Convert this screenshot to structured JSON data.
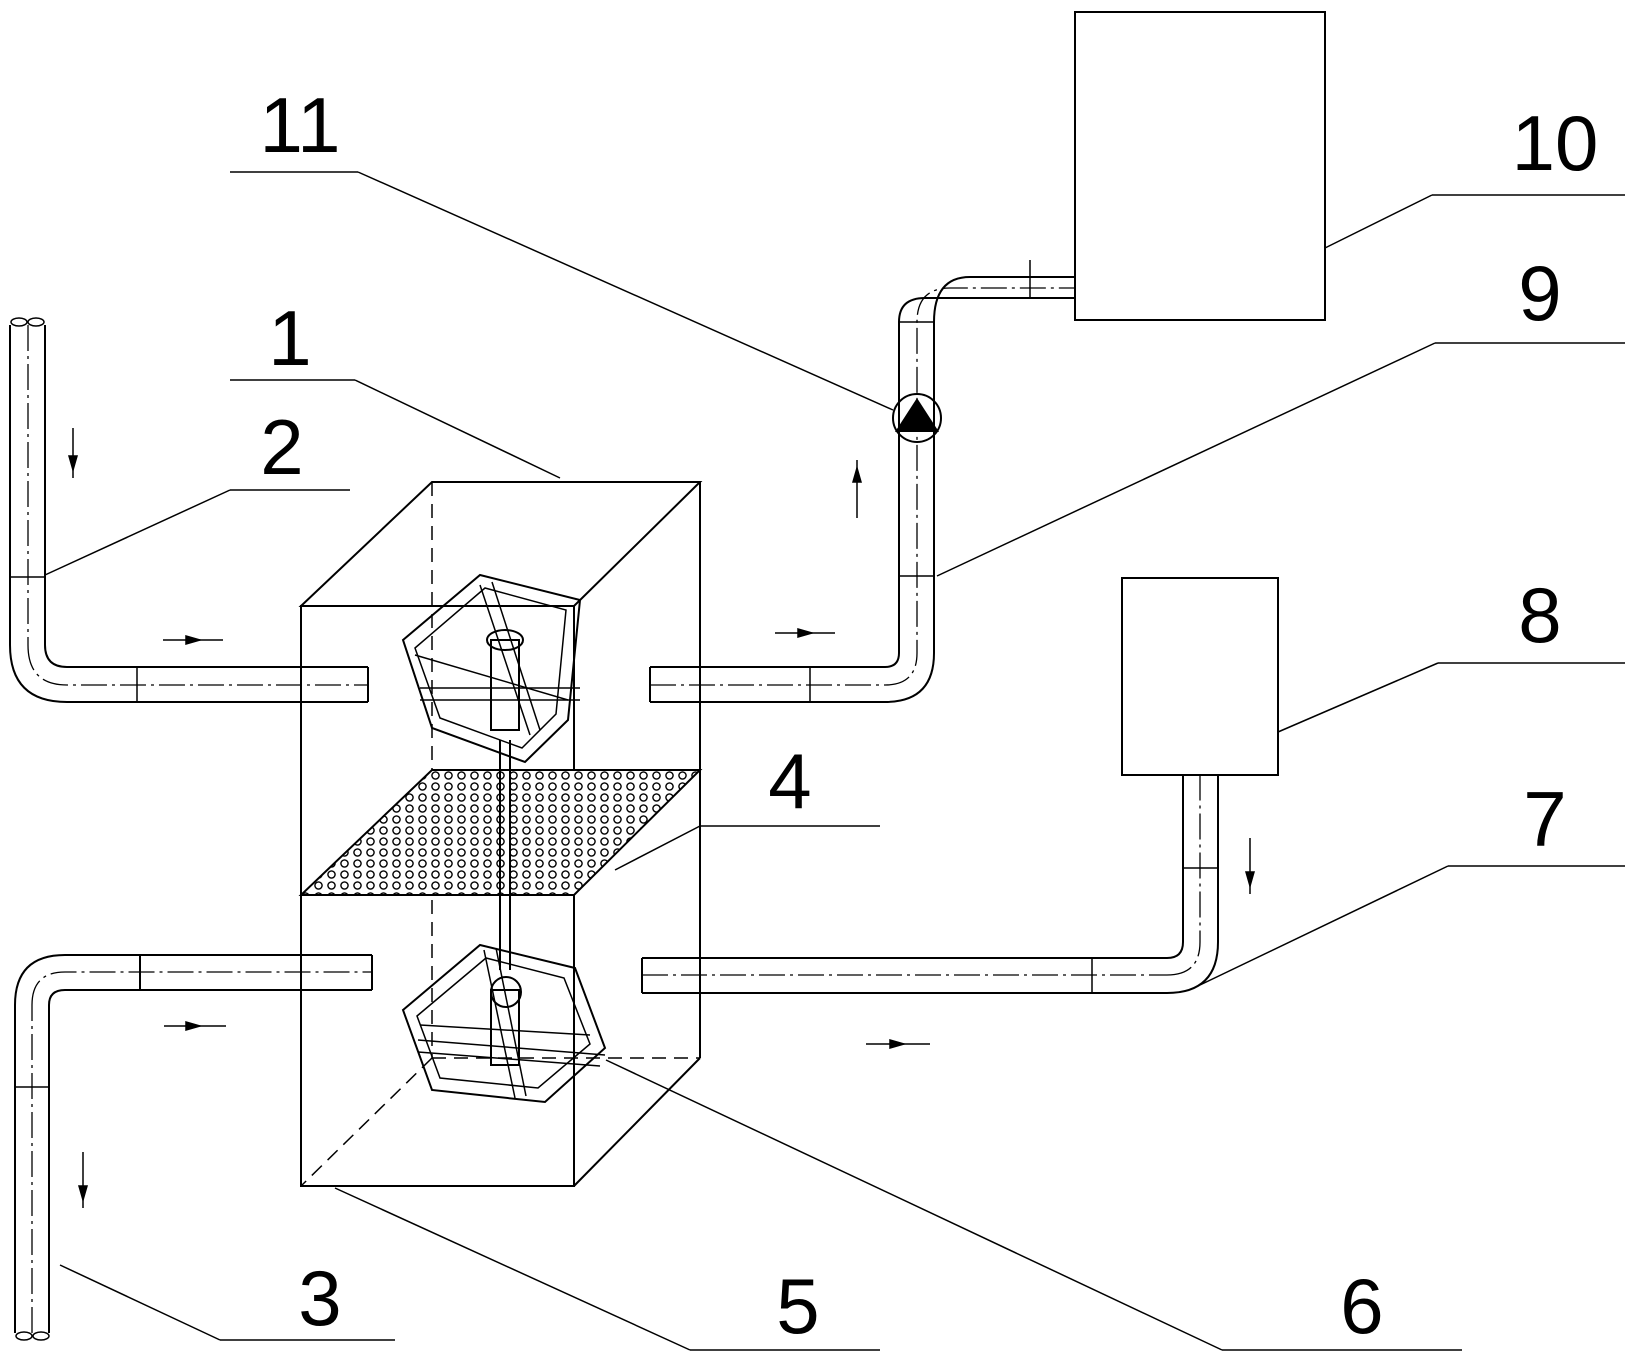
{
  "labels": {
    "n1": "1",
    "n2": "2",
    "n3": "3",
    "n4": "4",
    "n5": "5",
    "n6": "6",
    "n7": "7",
    "n8": "8",
    "n9": "9",
    "n10": "10",
    "n11": "11"
  }
}
